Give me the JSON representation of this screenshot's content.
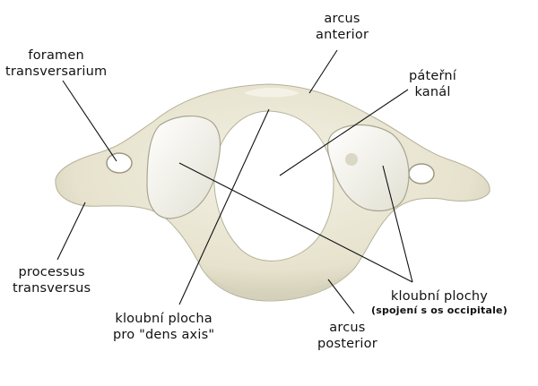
{
  "labels": {
    "arcus_anterior": [
      "arcus",
      "anterior"
    ],
    "foramen_transversarium": [
      "foramen",
      "transversarium"
    ],
    "paterni_kanal": [
      "páteřní",
      "kanál"
    ],
    "processus_transversus": [
      "processus",
      "transversus"
    ],
    "kloubni_plocha_dens": [
      "kloubní plocha",
      "pro \"dens axis\""
    ],
    "kloubni_plochy": [
      "kloubní plochy",
      "(spojení s os occipitale)"
    ],
    "arcus_posterior": [
      "arcus",
      "posterior"
    ]
  },
  "colors": {
    "bone": "#e9e6d4",
    "bone_shadow": "#b9b59e",
    "facet": "#f4f3ea",
    "leader_line": "#111111",
    "text": "#111111"
  }
}
